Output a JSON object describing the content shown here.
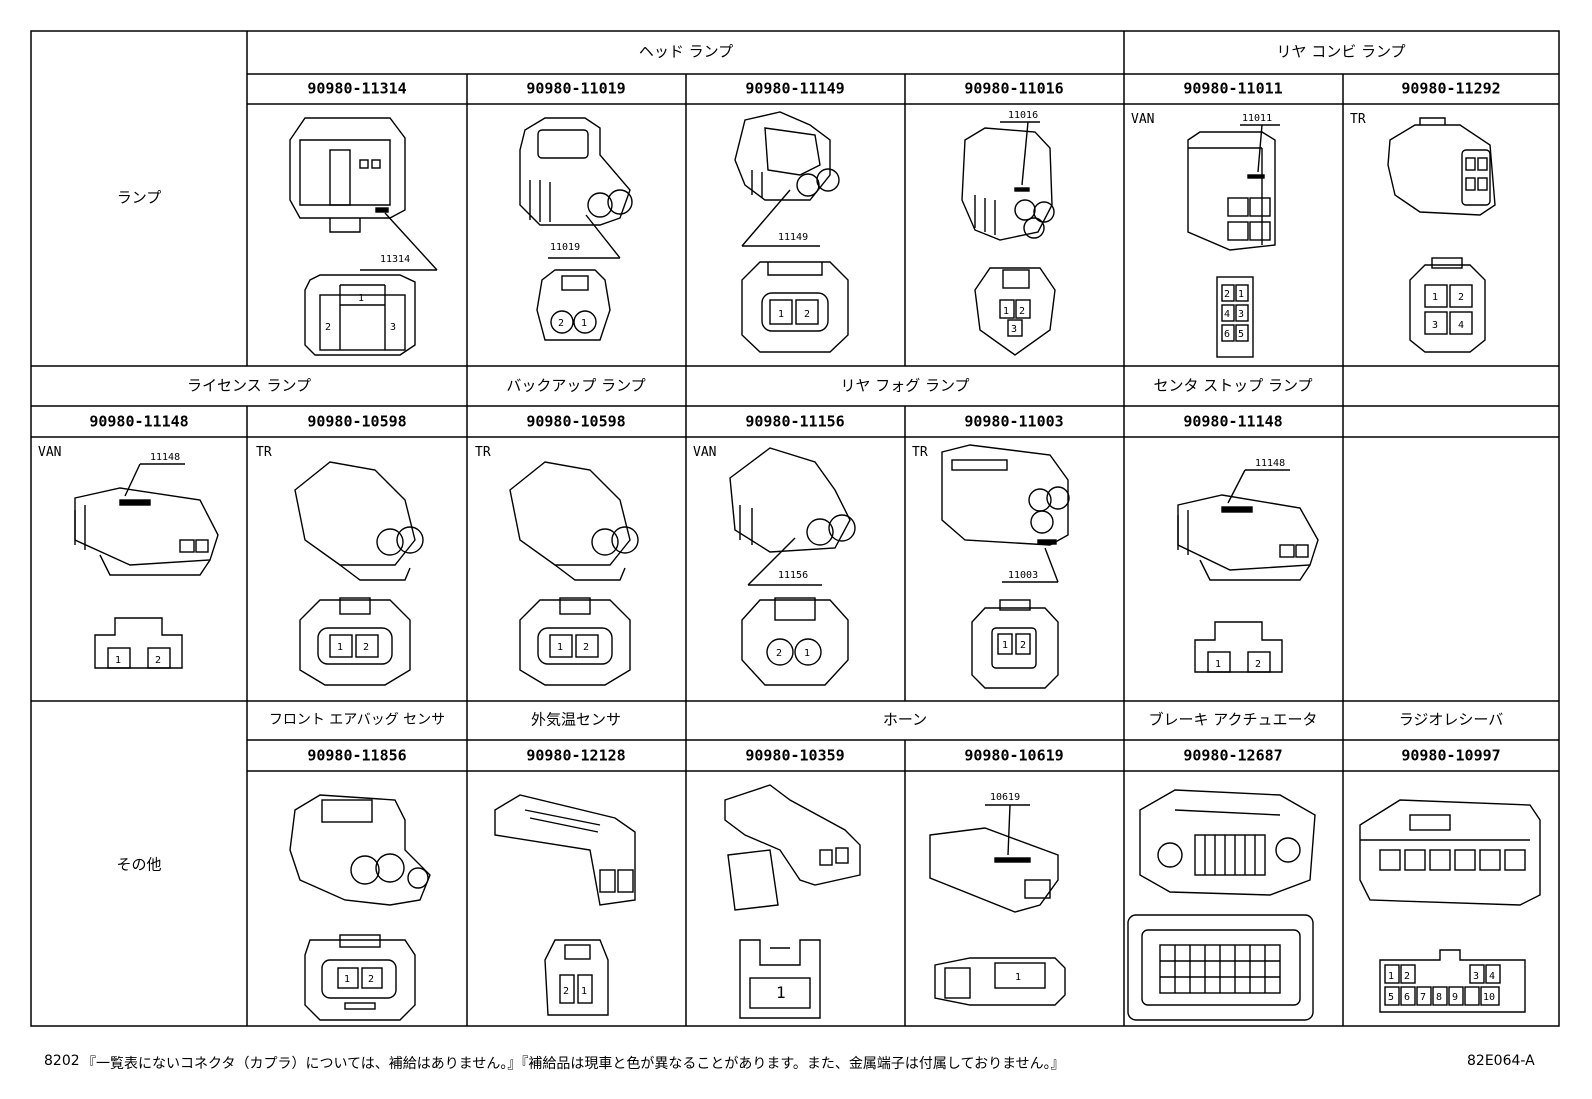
{
  "headers": {
    "head_lamp": "ヘッド ランプ",
    "rear_combi_lamp": "リヤ コンビ ランプ",
    "license_lamp": "ライセンス ランプ",
    "backup_lamp": "バックアップ ランプ",
    "rear_fog_lamp": "リヤ フォグ ランプ",
    "center_stop_lamp": "センタ ストップ ランプ",
    "front_airbag_sensor": "フロント エアバッグ センサ",
    "outside_temp_sensor": "外気温センサ",
    "horn": "ホーン",
    "brake_actuator": "ブレーキ アクチュエータ",
    "radio_receiver": "ラジオレシーバ"
  },
  "row_labels": {
    "lamp": "ランプ",
    "other": "その他"
  },
  "part_numbers": {
    "r1": [
      "90980-11314",
      "90980-11019",
      "90980-11149",
      "90980-11016",
      "90980-11011",
      "90980-11292"
    ],
    "r2": [
      "90980-11148",
      "90980-10598",
      "90980-10598",
      "90980-11156",
      "90980-11003",
      "90980-11148"
    ],
    "r3": [
      "90980-11856",
      "90980-12128",
      "90980-10359",
      "90980-10619",
      "90980-12687",
      "90980-10997"
    ]
  },
  "tags": {
    "van": "VAN",
    "tr": "TR"
  },
  "callouts": {
    "c11314": "11314",
    "c11019": "11019",
    "c11149": "11149",
    "c11016": "11016",
    "c11011": "11011",
    "c11148a": "11148",
    "c11156": "11156",
    "c11003": "11003",
    "c11148b": "11148",
    "c10619": "10619"
  },
  "footer": {
    "page": "8202",
    "note": "『一覧表にないコネクタ（カプラ）については、補給はありません。』『補給品は現車と色が異なることがあります。また、金属端子は付属しておりません。』",
    "code": "82E064-A"
  }
}
